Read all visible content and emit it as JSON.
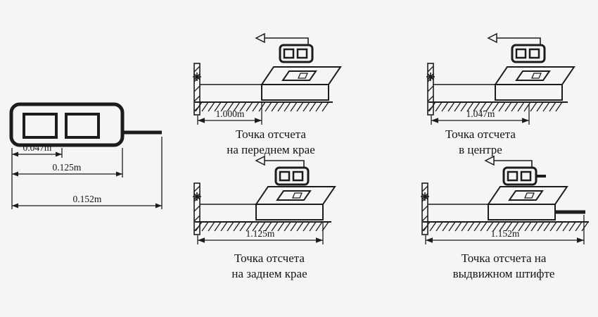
{
  "colors": {
    "background": "#f5f5f4",
    "ink": "#1c1c1c"
  },
  "device_diagram": {
    "dims": {
      "front_offset": "0.047m",
      "body_length": "0.125m",
      "total_length": "0.152m"
    }
  },
  "scenes": [
    {
      "distance": "1.000m",
      "caption_line1": "Точка отсчета",
      "caption_line2": "на переднем крае"
    },
    {
      "distance": "1.047m",
      "caption_line1": "Точка отсчета",
      "caption_line2": "в центре"
    },
    {
      "distance": "1.125m",
      "caption_line1": "Точка отсчета",
      "caption_line2": "на заднем крае"
    },
    {
      "distance": "1.152m",
      "caption_line1": "Точка отсчета на",
      "caption_line2": "выдвижном штифте"
    }
  ]
}
